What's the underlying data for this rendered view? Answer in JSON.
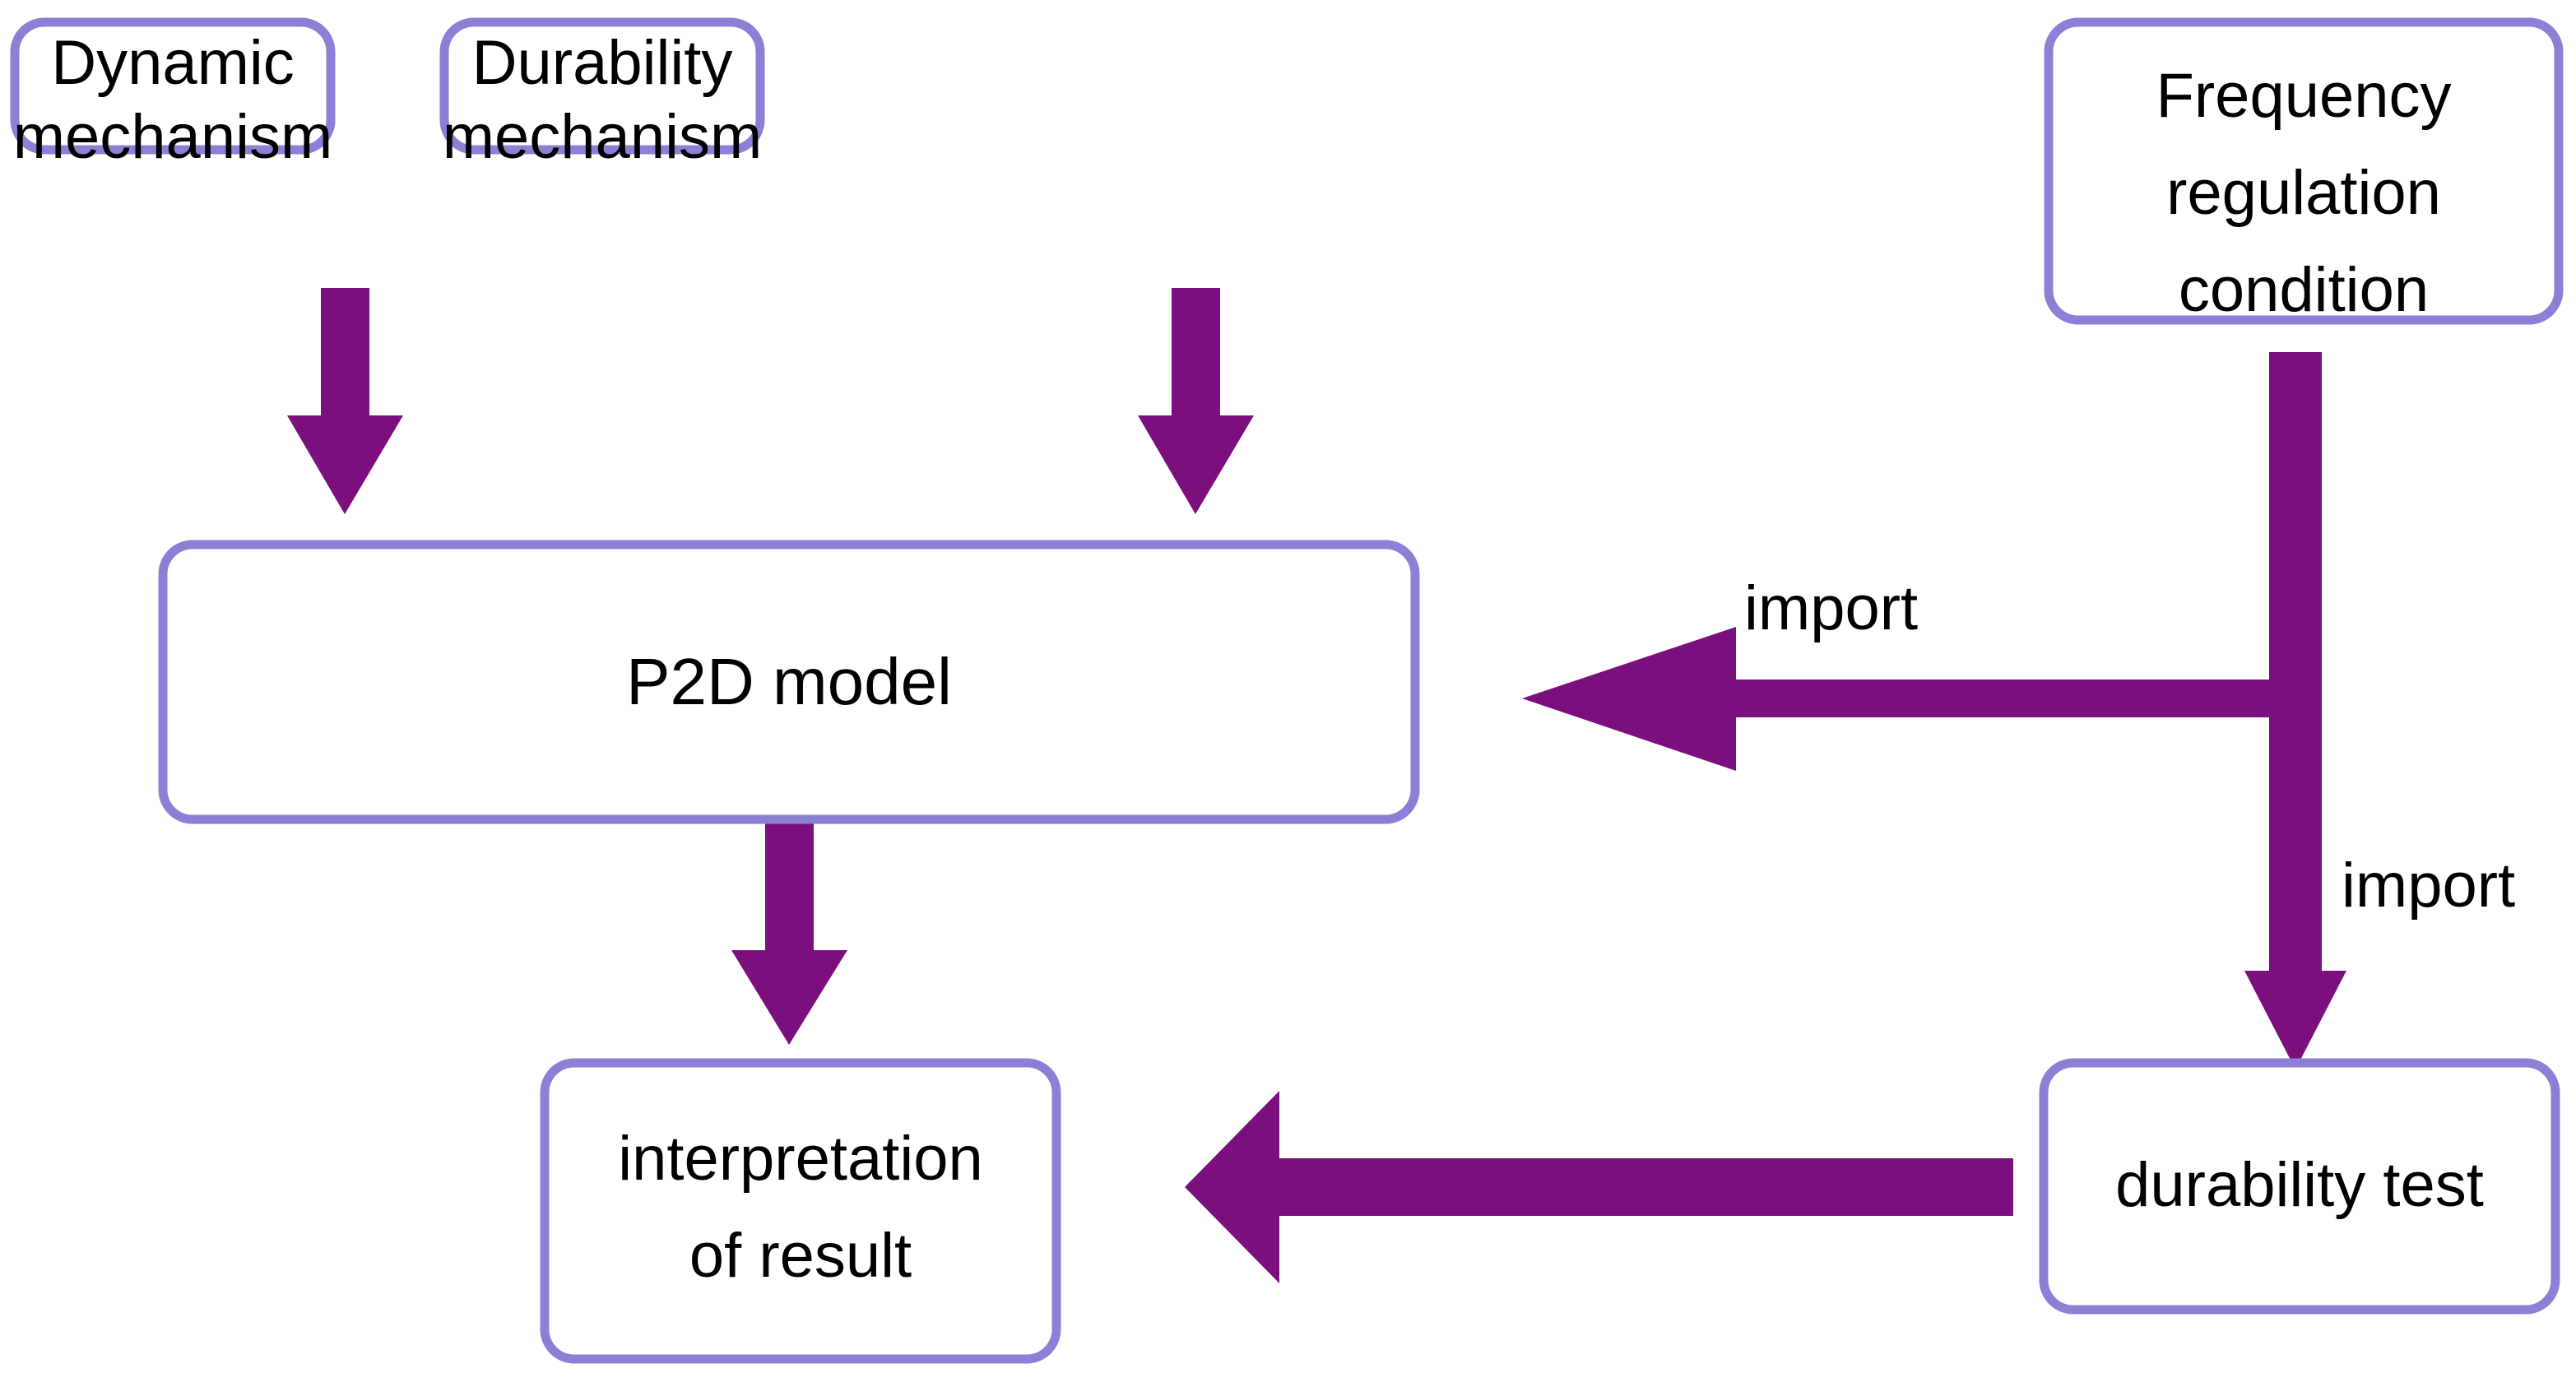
{
  "diagram": {
    "title": "P2D model durability simulation workflow",
    "type": "flowchart",
    "background_color": "#ffffff",
    "node_border_color": "#8C7FD6",
    "node_fill_color": "#ffffff",
    "arrow_color": "#7C0F7E",
    "text_color": "#000000"
  },
  "nodes": {
    "dynamic_mechanism": {
      "line1": "Dynamic",
      "line2": "mechanism"
    },
    "durability_mechanism": {
      "line1": "Durability",
      "line2": "mechanism"
    },
    "frequency_regulation_condition": {
      "line1": "Frequency",
      "line2": "regulation",
      "line3": "condition"
    },
    "p2d_model": {
      "line1": "P2D model"
    },
    "interpretation_of_result": {
      "line1": "interpretation",
      "line2": "of result"
    },
    "durability_test": {
      "line1": "durability test"
    }
  },
  "edges": {
    "dynamic_to_p2d": {
      "label": ""
    },
    "durability_to_p2d": {
      "label": ""
    },
    "frequency_to_p2d": {
      "label": "import"
    },
    "frequency_to_durability_test": {
      "label": "import"
    },
    "p2d_to_interpretation": {
      "label": ""
    },
    "durability_test_to_interpretation": {
      "label": ""
    }
  }
}
